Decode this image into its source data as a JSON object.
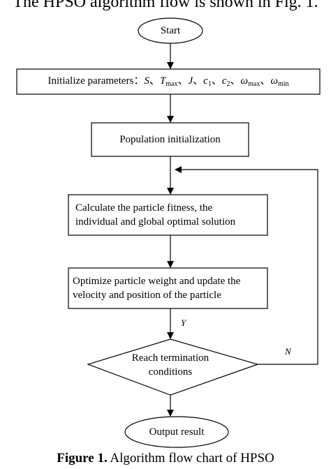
{
  "intro_text": "The HPSO algorithm flow is shown in Fig. 1.",
  "nodes": {
    "start": "Start",
    "init_params": {
      "label": "Initialize parameters：",
      "items": [
        {
          "sym": "S",
          "sub": ""
        },
        {
          "sym": "T",
          "sub": "max"
        },
        {
          "sym": "J",
          "sub": ""
        },
        {
          "sym": "c",
          "sub": "1"
        },
        {
          "sym": "c",
          "sub": "2"
        },
        {
          "sym": "ω",
          "sub": "max"
        },
        {
          "sym": "ω",
          "sub": "min"
        }
      ],
      "separator": "、"
    },
    "population_init": "Population initialization",
    "calc_fitness": {
      "line1": "Calculate the particle fitness, the",
      "line2": "individual and global optimal solution"
    },
    "optimize": {
      "line1": "Optimize particle weight and update the",
      "line2": "velocity and position of the particle"
    },
    "decision": {
      "line1": "Reach termination",
      "line2": "conditions"
    },
    "output": "Output result"
  },
  "edge_labels": {
    "yes": "Y",
    "no": "N"
  },
  "caption": {
    "prefix": "Figure 1.",
    "text": " Algorithm flow chart of HPSO"
  }
}
